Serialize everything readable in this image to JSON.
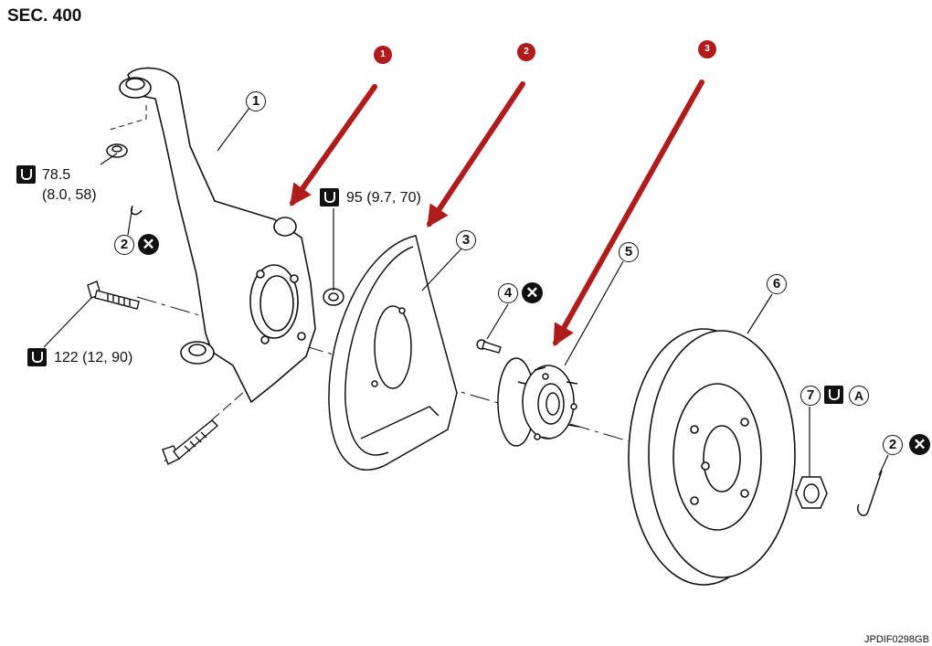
{
  "section_label": "SEC. 400",
  "figure_code": "JPDIF0298GB",
  "red_markers": [
    "1",
    "2",
    "3"
  ],
  "callouts": {
    "c1": "1",
    "c2a": "2",
    "c2b": "2",
    "c3": "3",
    "c4": "4",
    "c5": "5",
    "c6": "6",
    "c7": "7"
  },
  "torque_specs": {
    "cotter_nut_value": "78.5",
    "cotter_nut_detail": "(8.0, 58)",
    "caliper_bolt": "95 (9.7, 70)",
    "strut_bolt": "122 (12, 90)"
  },
  "note_icon_letter": "A",
  "colors": {
    "red_marker": "#b01c1c",
    "line": "#111111"
  },
  "icons": [
    "torque-wrench-icon",
    "replace-x-icon",
    "note-a-icon"
  ]
}
